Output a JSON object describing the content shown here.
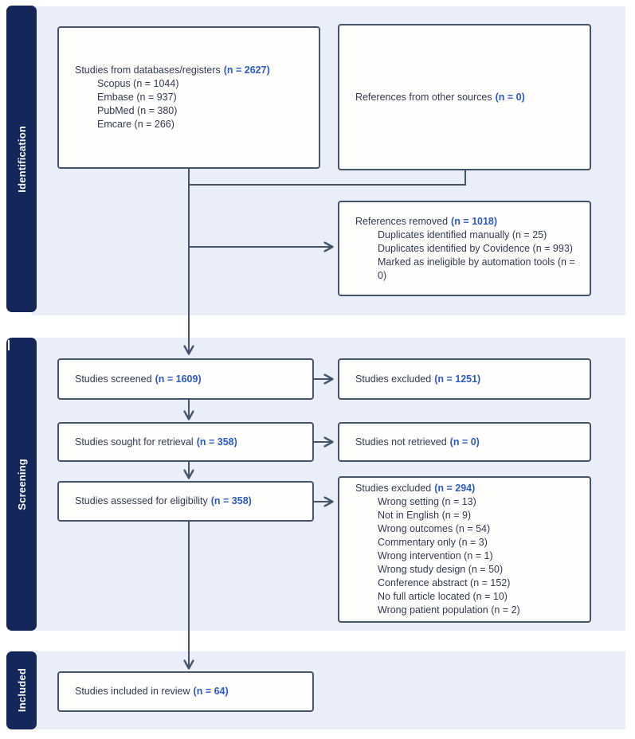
{
  "sidebar": {
    "identification": "Identification",
    "screening": "Screening",
    "included": "Included"
  },
  "boxes": {
    "databases": {
      "title": "Studies from databases/registers",
      "count": "(n = 2627)",
      "items": [
        "Scopus (n = 1044)",
        "Embase (n = 937)",
        "PubMed (n = 380)",
        "Emcare (n = 266)"
      ]
    },
    "other_sources": {
      "title": "References from other sources",
      "count": "(n = 0)"
    },
    "references_removed": {
      "title": "References removed",
      "count": "(n = 1018)",
      "items": [
        "Duplicates identified manually (n = 25)",
        "Duplicates identified by Covidence (n = 993)",
        "Marked as ineligible by automation tools (n = 0)"
      ]
    },
    "screened": {
      "title": "Studies screened",
      "count": "(n = 1609)"
    },
    "excluded_screening": {
      "title": "Studies excluded",
      "count": "(n = 1251)"
    },
    "sought": {
      "title": "Studies sought for retrieval",
      "count": "(n = 358)"
    },
    "not_retrieved": {
      "title": "Studies not retrieved",
      "count": "(n = 0)"
    },
    "assessed": {
      "title": "Studies assessed for eligibility",
      "count": "(n = 358)"
    },
    "excluded_eligibility": {
      "title": "Studies excluded",
      "count": "(n = 294)",
      "items": [
        "Wrong setting (n = 13)",
        "Not in English (n = 9)",
        "Wrong outcomes (n = 54)",
        "Commentary only (n = 3)",
        "Wrong intervention (n = 1)",
        "Wrong study design (n = 50)",
        "Conference abstract (n = 152)",
        "No full article located (n = 10)",
        "Wrong patient population (n = 2)"
      ]
    },
    "included_review": {
      "title": "Studies included in review",
      "count": "(n = 64)"
    }
  },
  "colors": {
    "panel_background": "#e9eef8",
    "sidebar_bar": "#14265a",
    "box_border": "#44546a",
    "connector": "#44546a",
    "count_accent": "#2a5ac7",
    "body_text": "#2f3a52"
  }
}
